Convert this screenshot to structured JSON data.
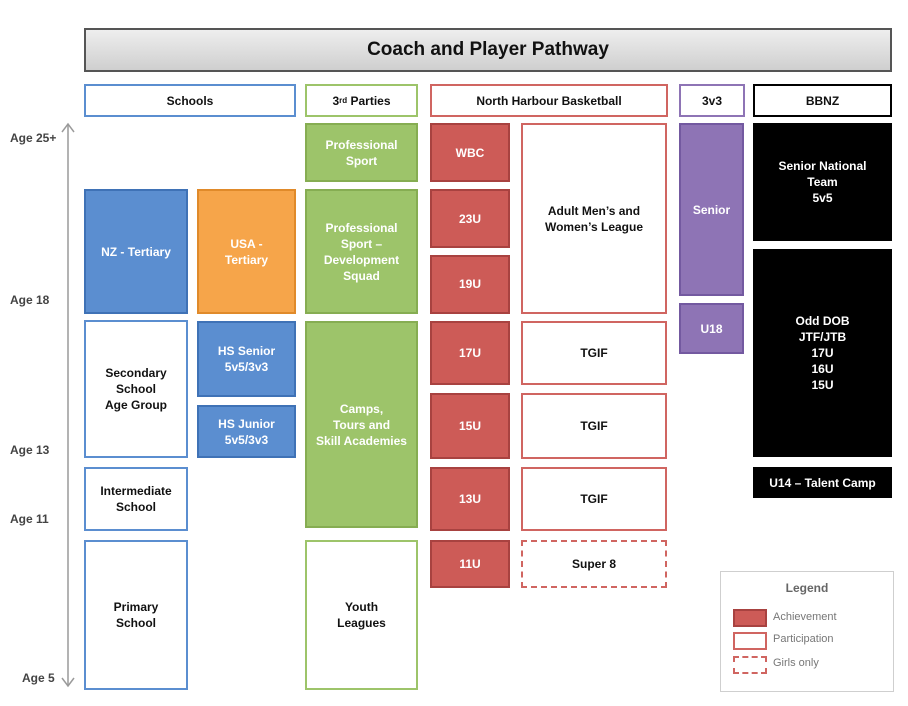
{
  "title": "Coach and Player Pathway",
  "headers": {
    "schools": "Schools",
    "third_parties_pre": "3",
    "third_parties_sup": "rd",
    "third_parties_post": " Parties",
    "nhb": "North Harbour Basketball",
    "threevthree": "3v3",
    "bbnz": "BBNZ"
  },
  "ages": {
    "a25": "Age 25+",
    "a18": "Age 18",
    "a13": "Age 13",
    "a11": "Age 11",
    "a5": "Age 5"
  },
  "schools": {
    "nz_tertiary": "NZ - Tertiary",
    "usa_tertiary": "USA -\nTertiary",
    "secondary": "Secondary\nSchool\nAge Group",
    "hs_senior": "HS Senior\n5v5/3v3",
    "hs_junior": "HS Junior\n5v5/3v3",
    "intermediate": "Intermediate\nSchool",
    "primary": "Primary\nSchool"
  },
  "third_parties": {
    "pro_sport": "Professional\nSport",
    "pro_dev": "Professional\nSport –\nDevelopment\nSquad",
    "camps": "Camps,\nTours and\nSkill Academies",
    "youth": "Youth\nLeagues"
  },
  "nhb": {
    "wbc": "WBC",
    "u23": "23U",
    "u19": "19U",
    "u17": "17U",
    "u15": "15U",
    "u13": "13U",
    "u11": "11U",
    "adult": "Adult Men’s and\nWomen’s League",
    "tgif1": "TGIF",
    "tgif2": "TGIF",
    "tgif3": "TGIF",
    "super8": "Super 8"
  },
  "threevthree": {
    "senior": "Senior",
    "u18": "U18"
  },
  "bbnz": {
    "senior_national": "Senior National\nTeam\n5v5",
    "odd_dob": "Odd DOB\nJTF/JTB\n17U\n16U\n15U",
    "u14": "U14 – Talent Camp"
  },
  "legend": {
    "title": "Legend",
    "achievement": "Achievement",
    "participation": "Participation",
    "girls_only": "Girls only"
  },
  "colors": {
    "achievement": "#cd5b57",
    "participation_border": "#d06561",
    "schools": "#5b8ed0",
    "usa": "#f6a54a",
    "third_parties": "#9dc46a",
    "threevthree": "#8e74b5",
    "bbnz": "#000000"
  }
}
